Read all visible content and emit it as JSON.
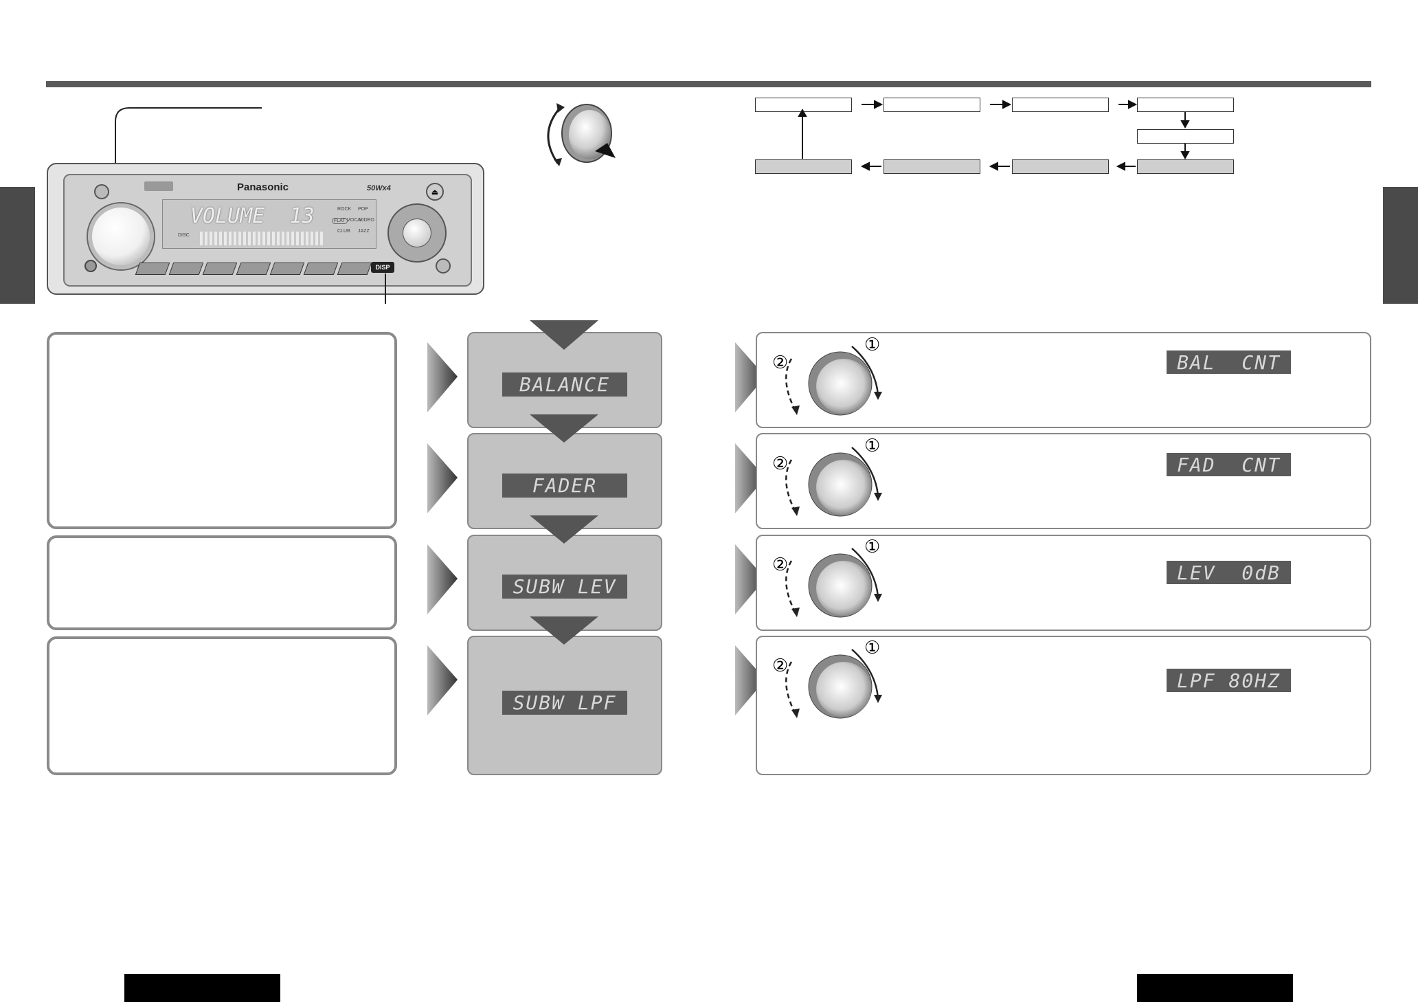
{
  "device": {
    "brand": "Panasonic",
    "display_text": "VOLUME  13",
    "eq_labels": [
      "ROCK",
      "POP",
      "FLAT",
      "VOCAL",
      "VIDEO",
      "CLUB",
      "JAZZ"
    ],
    "power_badge": "50Wx4",
    "disc_label": "DISC",
    "disp_button": "DISP"
  },
  "steps": [
    {
      "display": "BALANCE",
      "result_display": "BAL  CNT"
    },
    {
      "display": "FADER",
      "result_display": "FAD  CNT"
    },
    {
      "display": "SUBW LEV",
      "result_display": "LEV  0dB"
    },
    {
      "display": "SUBW LPF",
      "result_display": "LPF 80HZ"
    }
  ],
  "knob_marks": {
    "cw": "①",
    "ccw": "②"
  },
  "colors": {
    "rule": "#555555",
    "panel_gray": "#c2c2c2",
    "lcd": "#5a5a5a",
    "tab": "#4a4a4a"
  }
}
